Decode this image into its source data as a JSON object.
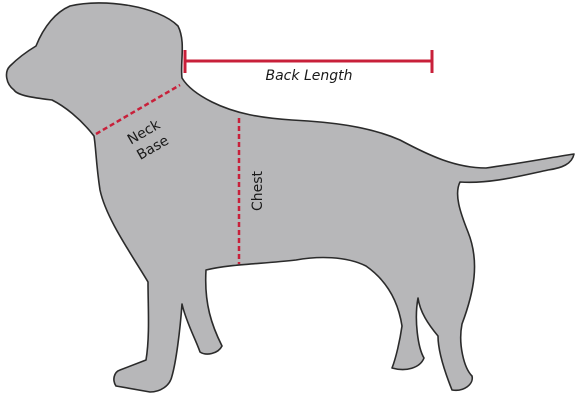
{
  "colors": {
    "dog_fill": "#b7b7b9",
    "dog_outline": "#2b2b2b",
    "measure_line": "#c8203a",
    "label_text": "#1a1a1a",
    "background": "#ffffff"
  },
  "labels": {
    "back_length": "Back Length",
    "neck_line1": "Neck",
    "neck_line2": "Base",
    "chest": "Chest"
  }
}
